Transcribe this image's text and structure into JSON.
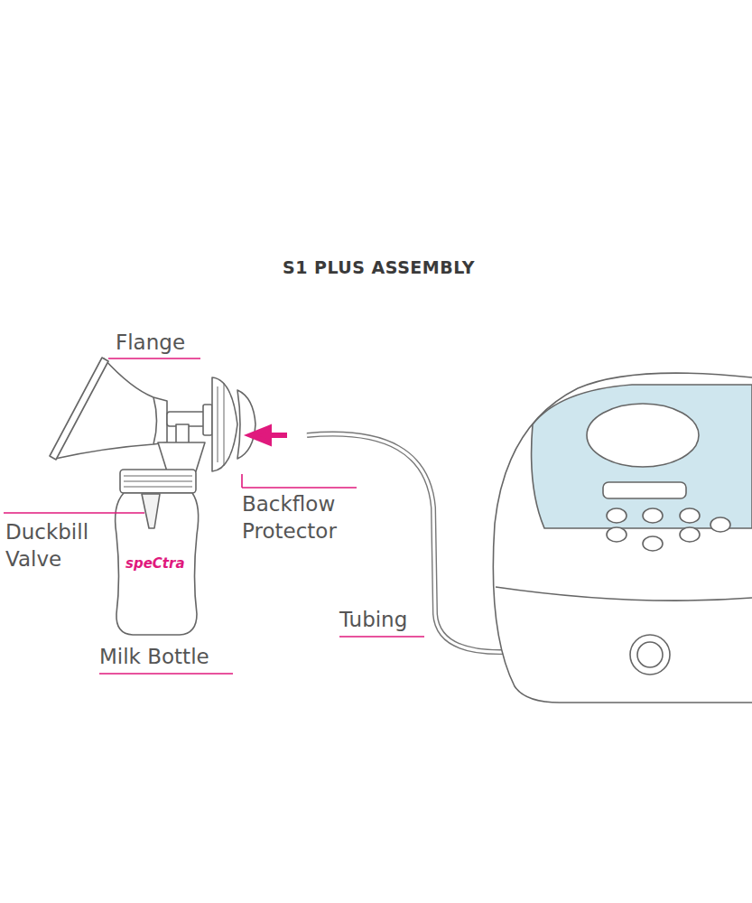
{
  "diagram": {
    "title": "S1 PLUS ASSEMBLY",
    "labels": [
      "Flange",
      "Backflow Protector",
      "Duckbill Valve",
      "Milk Bottle",
      "Tubing",
      "speCtra"
    ]
  }
}
